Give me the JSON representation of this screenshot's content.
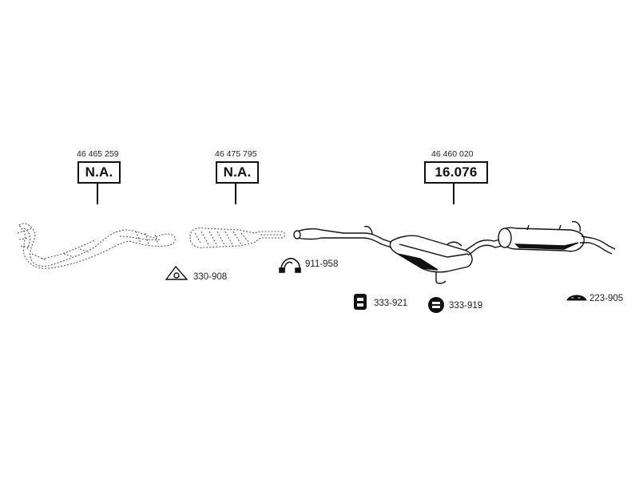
{
  "assemblies": [
    {
      "oe_number": "46 465 259",
      "part_box": "N.A."
    },
    {
      "oe_number": "46 475 795",
      "part_box": "N.A."
    },
    {
      "oe_number": "46 460 020",
      "part_box": "16.076"
    }
  ],
  "fittings": [
    {
      "code": "330-908",
      "icon": "gasket-icon"
    },
    {
      "code": "911-958",
      "icon": "clamp-icon"
    },
    {
      "code": "333-921",
      "icon": "rubber-mount-icon"
    },
    {
      "code": "333-919",
      "icon": "rubber-ring-icon"
    },
    {
      "code": "223-905",
      "icon": "bracket-icon"
    }
  ]
}
